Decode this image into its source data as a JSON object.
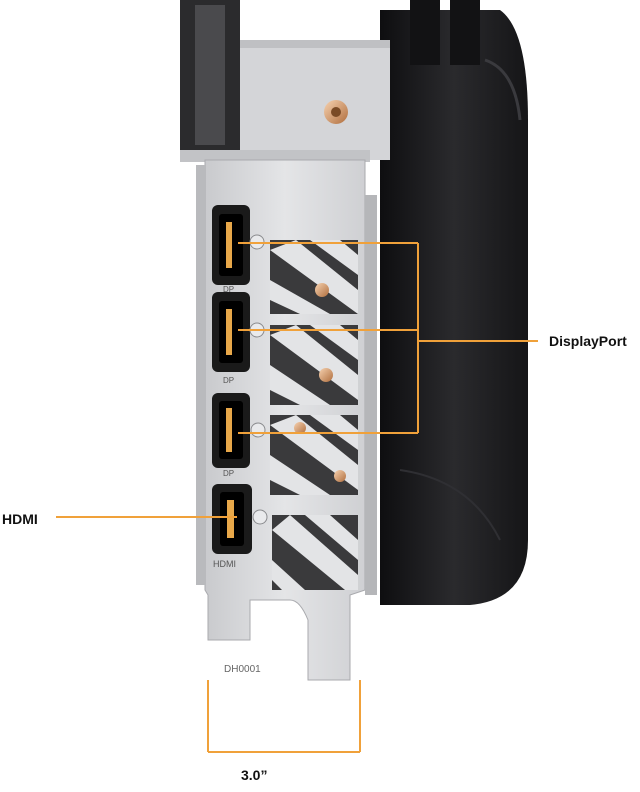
{
  "labels": {
    "displayport": "DisplayPort",
    "hdmi": "HDMI",
    "width": "3.0”"
  },
  "port_markings": {
    "dp": "DP",
    "hdmi": "HDMI"
  },
  "bracket_code": "DH0001",
  "colors": {
    "callout_orange": "#f0a13a",
    "bracket_silver": "#d9dadc",
    "cooler_black": "#1c1c1e",
    "port_gold": "#e8a84a"
  },
  "ports": [
    {
      "type": "DisplayPort",
      "marking": "DP"
    },
    {
      "type": "DisplayPort",
      "marking": "DP"
    },
    {
      "type": "DisplayPort",
      "marking": "DP"
    },
    {
      "type": "HDMI",
      "marking": "HDMI"
    }
  ]
}
